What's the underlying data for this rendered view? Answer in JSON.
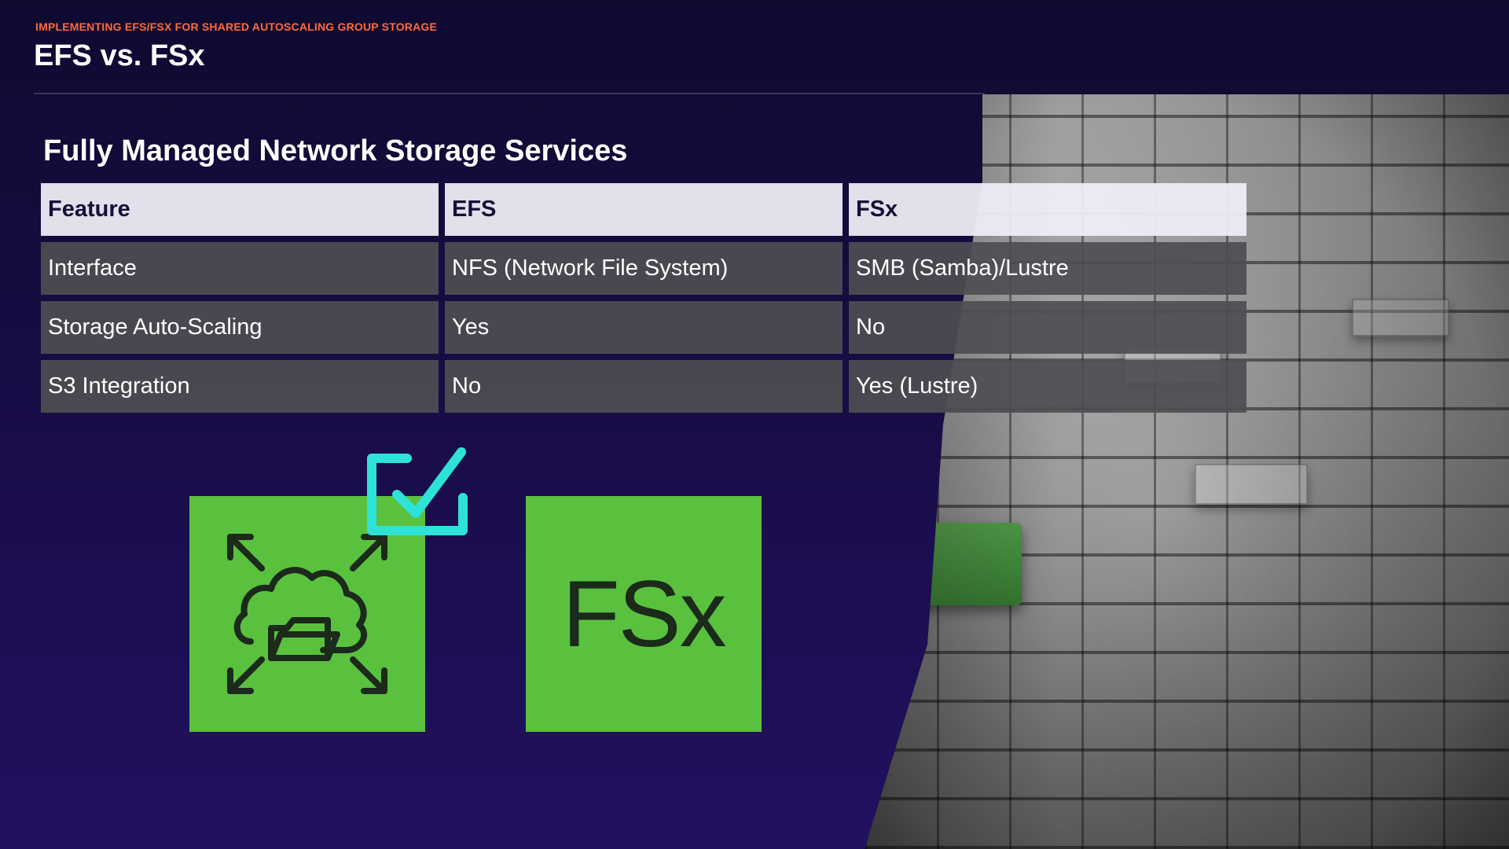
{
  "header": {
    "kicker": "IMPLEMENTING EFS/FSX FOR SHARED AUTOSCALING GROUP STORAGE",
    "title": "EFS vs. FSx"
  },
  "section": {
    "title": "Fully Managed Network Storage Services"
  },
  "table": {
    "columns": [
      "Feature",
      "EFS",
      "FSx"
    ],
    "rows": [
      [
        "Interface",
        "NFS (Network File System)",
        "SMB (Samba)/Lustre"
      ],
      [
        "Storage Auto-Scaling",
        "Yes",
        "No"
      ],
      [
        "S3 Integration",
        "No",
        "Yes (Lustre)"
      ]
    ]
  },
  "icons": {
    "efs": "cloud-folder-expand-icon",
    "check": "checkmark-icon",
    "fsx_label": "FSx"
  },
  "colors": {
    "accent": "#ff6a3d",
    "tile_green": "#5ac13f",
    "check_cyan": "#2de3d8",
    "header_bg": "#eeeef6",
    "cell_bg": "#4e4e52"
  }
}
